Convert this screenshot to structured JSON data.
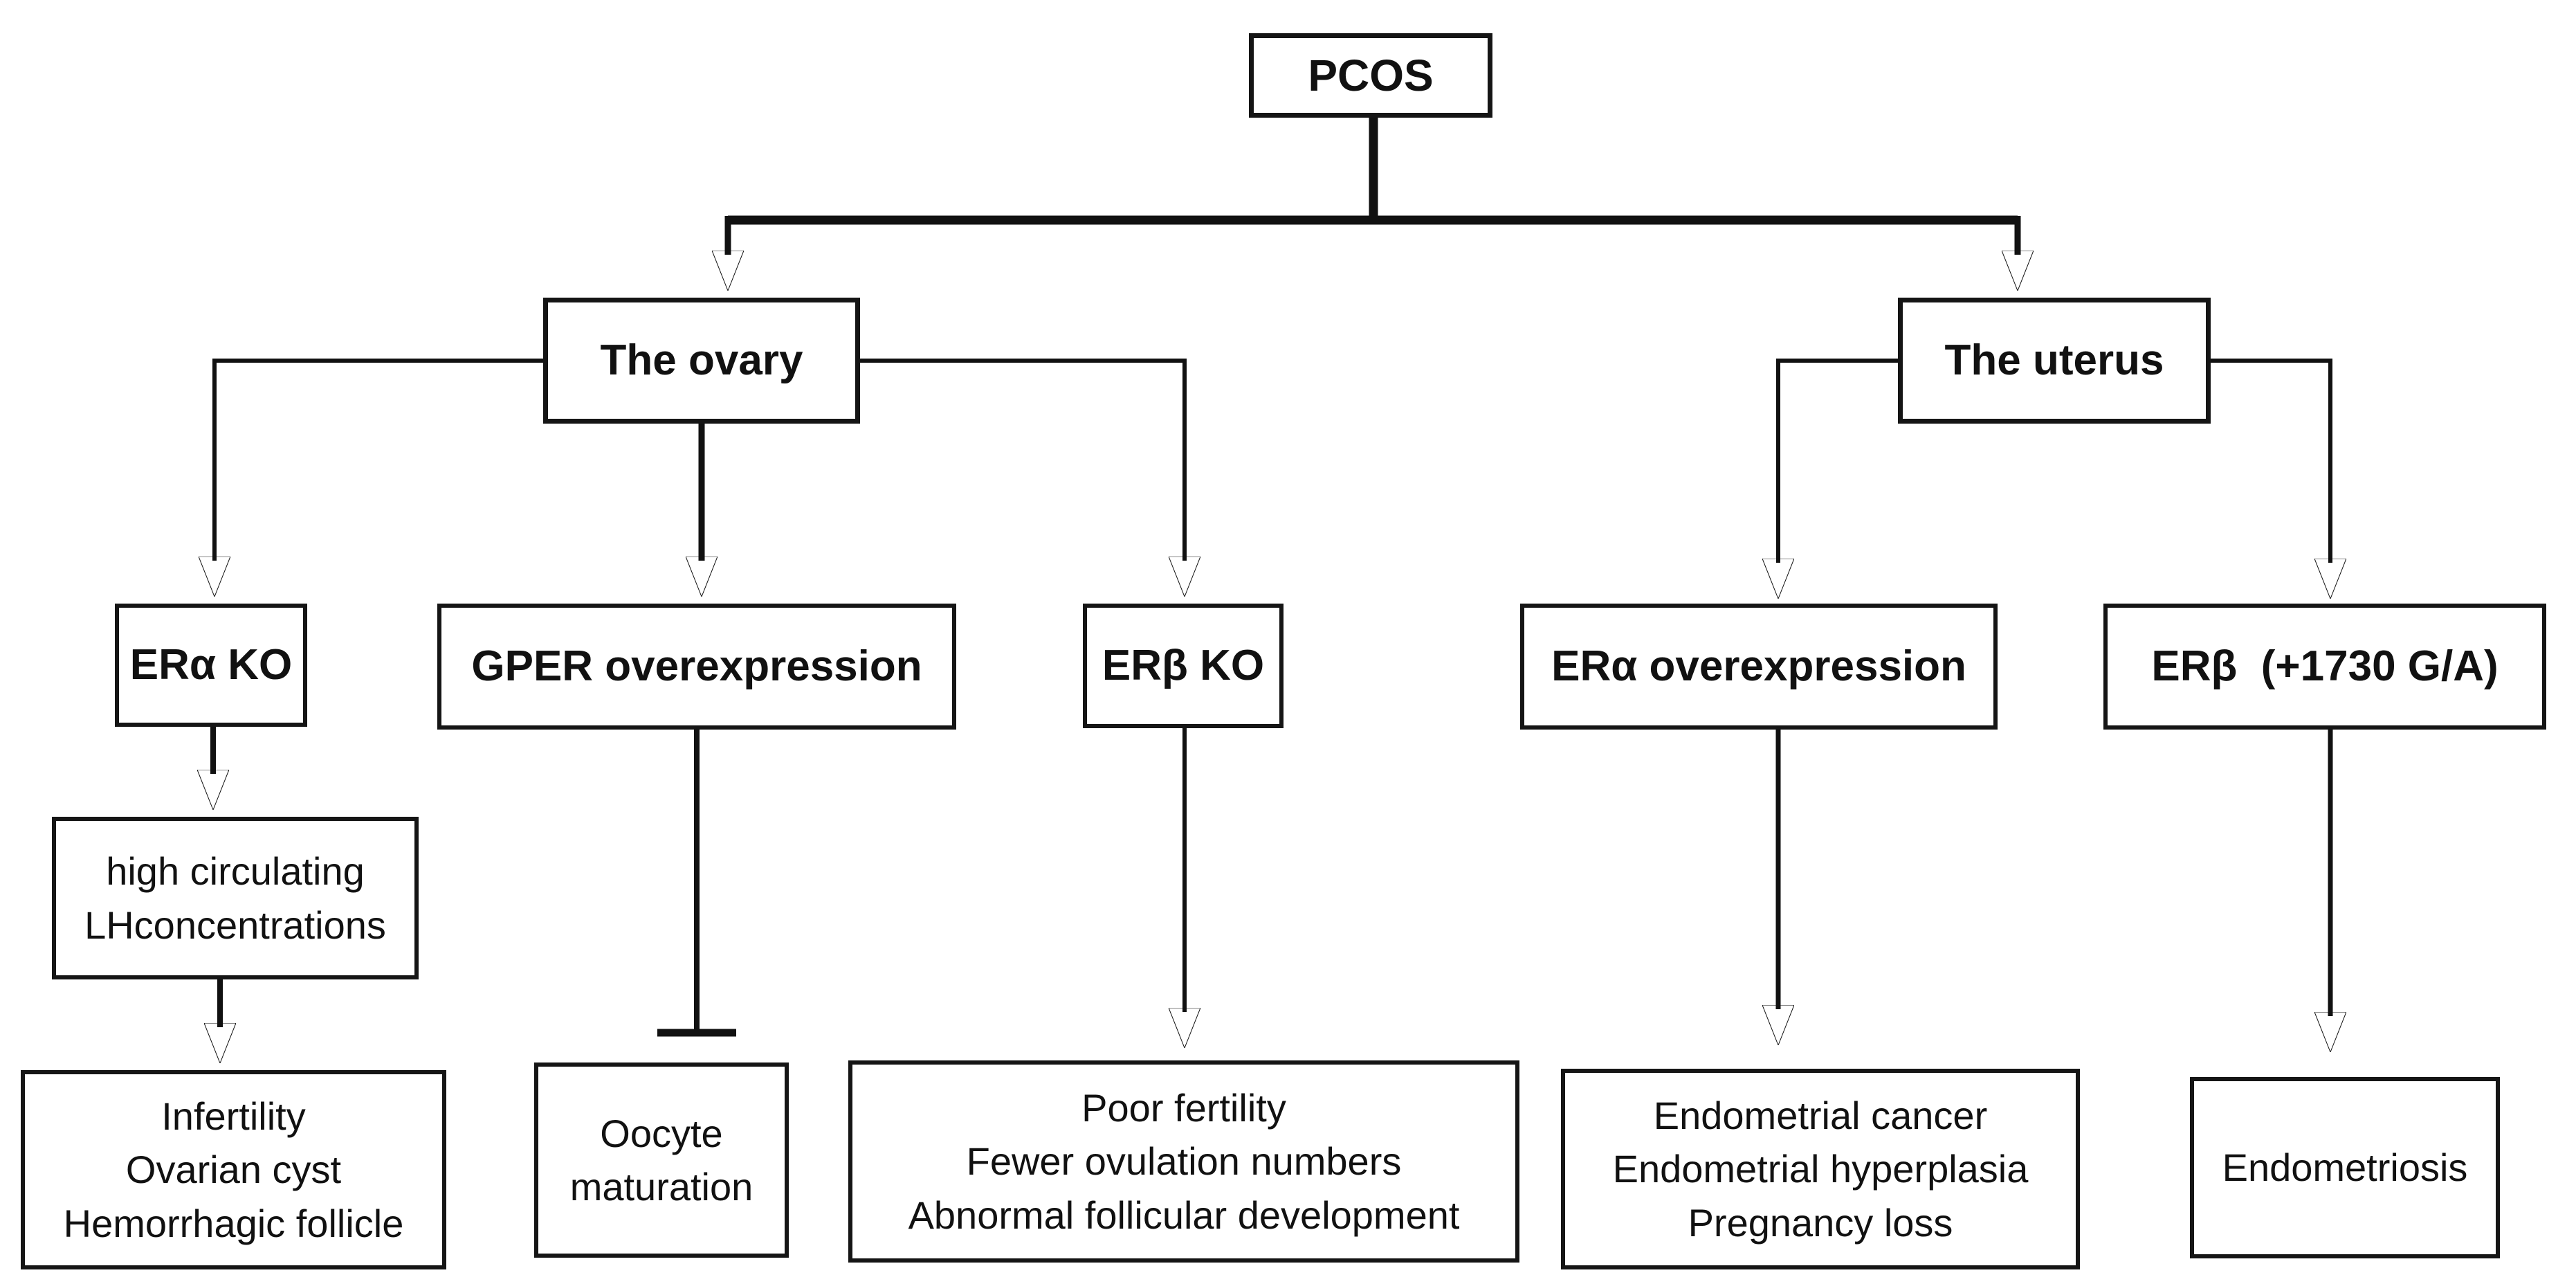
{
  "diagram": {
    "title": "PCOS estrogen receptor flowchart",
    "line_color": "#111111",
    "background_color": "#ffffff"
  },
  "nodes": {
    "pcos": {
      "label": "PCOS"
    },
    "ovary": {
      "label": "The ovary"
    },
    "uterus": {
      "label": "The uterus"
    },
    "era_ko": {
      "label": "ERα KO"
    },
    "gper": {
      "label": "GPER overexpression"
    },
    "erb_ko": {
      "label": "ERβ KO"
    },
    "era_over": {
      "label": "ERα overexpression"
    },
    "erb_1730": {
      "label": "ERβ  (+1730 G/A)"
    },
    "high_lh": {
      "label": "high circulating\nLHconcentrations"
    },
    "infertility": {
      "label": "Infertility\nOvarian cyst\nHemorrhagic follicle"
    },
    "oocyte": {
      "label": "Oocyte\nmaturation"
    },
    "poor": {
      "label": "Poor fertility\nFewer ovulation numbers\nAbnormal follicular development"
    },
    "endo_cancer": {
      "label": "Endometrial cancer\nEndometrial hyperplasia\nPregnancy loss"
    },
    "endometriosis": {
      "label": "Endometriosis"
    }
  },
  "edges": [
    {
      "from": "pcos",
      "to": "ovary",
      "effect": "arrow"
    },
    {
      "from": "pcos",
      "to": "uterus",
      "effect": "arrow"
    },
    {
      "from": "ovary",
      "to": "era_ko",
      "effect": "arrow"
    },
    {
      "from": "ovary",
      "to": "gper",
      "effect": "arrow"
    },
    {
      "from": "ovary",
      "to": "erb_ko",
      "effect": "arrow"
    },
    {
      "from": "era_ko",
      "to": "high_lh",
      "effect": "arrow"
    },
    {
      "from": "high_lh",
      "to": "infertility",
      "effect": "arrow"
    },
    {
      "from": "gper",
      "to": "oocyte",
      "effect": "inhibit"
    },
    {
      "from": "erb_ko",
      "to": "poor",
      "effect": "arrow"
    },
    {
      "from": "uterus",
      "to": "era_over",
      "effect": "arrow"
    },
    {
      "from": "uterus",
      "to": "erb_1730",
      "effect": "arrow"
    },
    {
      "from": "era_over",
      "to": "endo_cancer",
      "effect": "arrow"
    },
    {
      "from": "erb_1730",
      "to": "endometriosis",
      "effect": "arrow"
    }
  ]
}
